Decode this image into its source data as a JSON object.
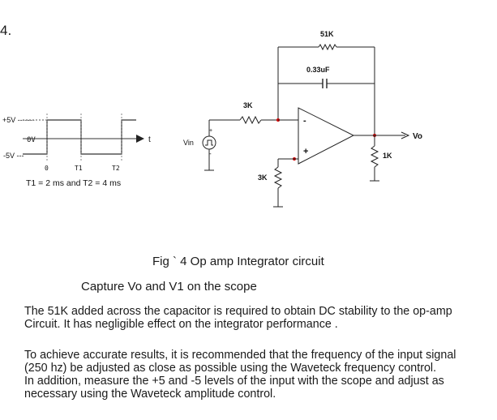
{
  "problem_number": "4.",
  "figure": {
    "waveform": {
      "plus_label": "+5V -------",
      "zero_label": "0V",
      "minus_label": "-5V ---",
      "axis_zero": "0",
      "t1_label": "T1",
      "t2_label": "T2",
      "time_label": "t",
      "timing_note": "T1 = 2 ms and T2 = 4 ms"
    },
    "circuit": {
      "feedback_resistor": "51K",
      "capacitor": "0.33uF",
      "input_resistor": "3K",
      "ground_resistor": "3K",
      "load_resistor": "1K",
      "source_label": "Vin",
      "output_label": "Vo",
      "inverting_sign": "-",
      "noninverting_sign": "+",
      "source_plus": "+",
      "source_minus": "-"
    }
  },
  "caption": "Fig ` 4   Op amp Integrator circuit",
  "instruction": "Capture Vo and V1 on the scope",
  "paragraph1": [
    "The 51K added across the capacitor is required to obtain DC stability to the op-amp",
    "Circuit.  It has negligible effect on the integrator performance ."
  ],
  "paragraph2": [
    "To achieve accurate results, it is recommended that the frequency of the input signal",
    " (250 hz) be adjusted as close as possible using the Waveteck  frequency control.",
    "In addition, measure the +5 and -5 levels of the input with the scope and adjust as",
    "necessary using the Waveteck amplitude control."
  ]
}
